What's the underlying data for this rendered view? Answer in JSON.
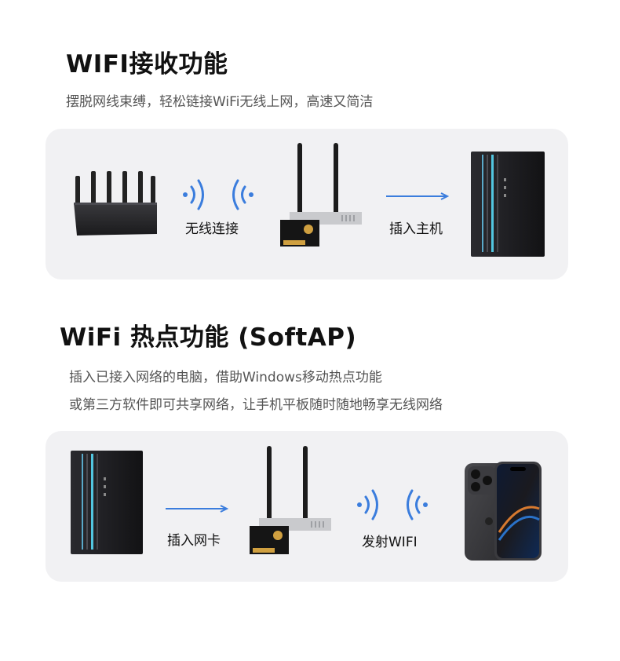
{
  "section1": {
    "title": "WIFI接收功能",
    "subtitle": "摆脱网线束缚，轻松链接WiFi无线上网，高速又简洁",
    "caption_wireless": "无线连接",
    "caption_insert_host": "插入主机"
  },
  "section2": {
    "title": "WiFi 热点功能 (SoftAP)",
    "subtitle_line1": "插入已接入网络的电脑，借助Windows移动热点功能",
    "subtitle_line2": "或第三方软件即可共享网络，让手机平板随时随地畅享无线网络",
    "caption_insert_card": "插入网卡",
    "caption_emit_wifi": "发射WIFI"
  },
  "colors": {
    "panel_bg": "#f1f1f3",
    "accent_blue": "#3b7ddd",
    "device_dark": "#1e1e22",
    "pcb_dark": "#151515"
  }
}
